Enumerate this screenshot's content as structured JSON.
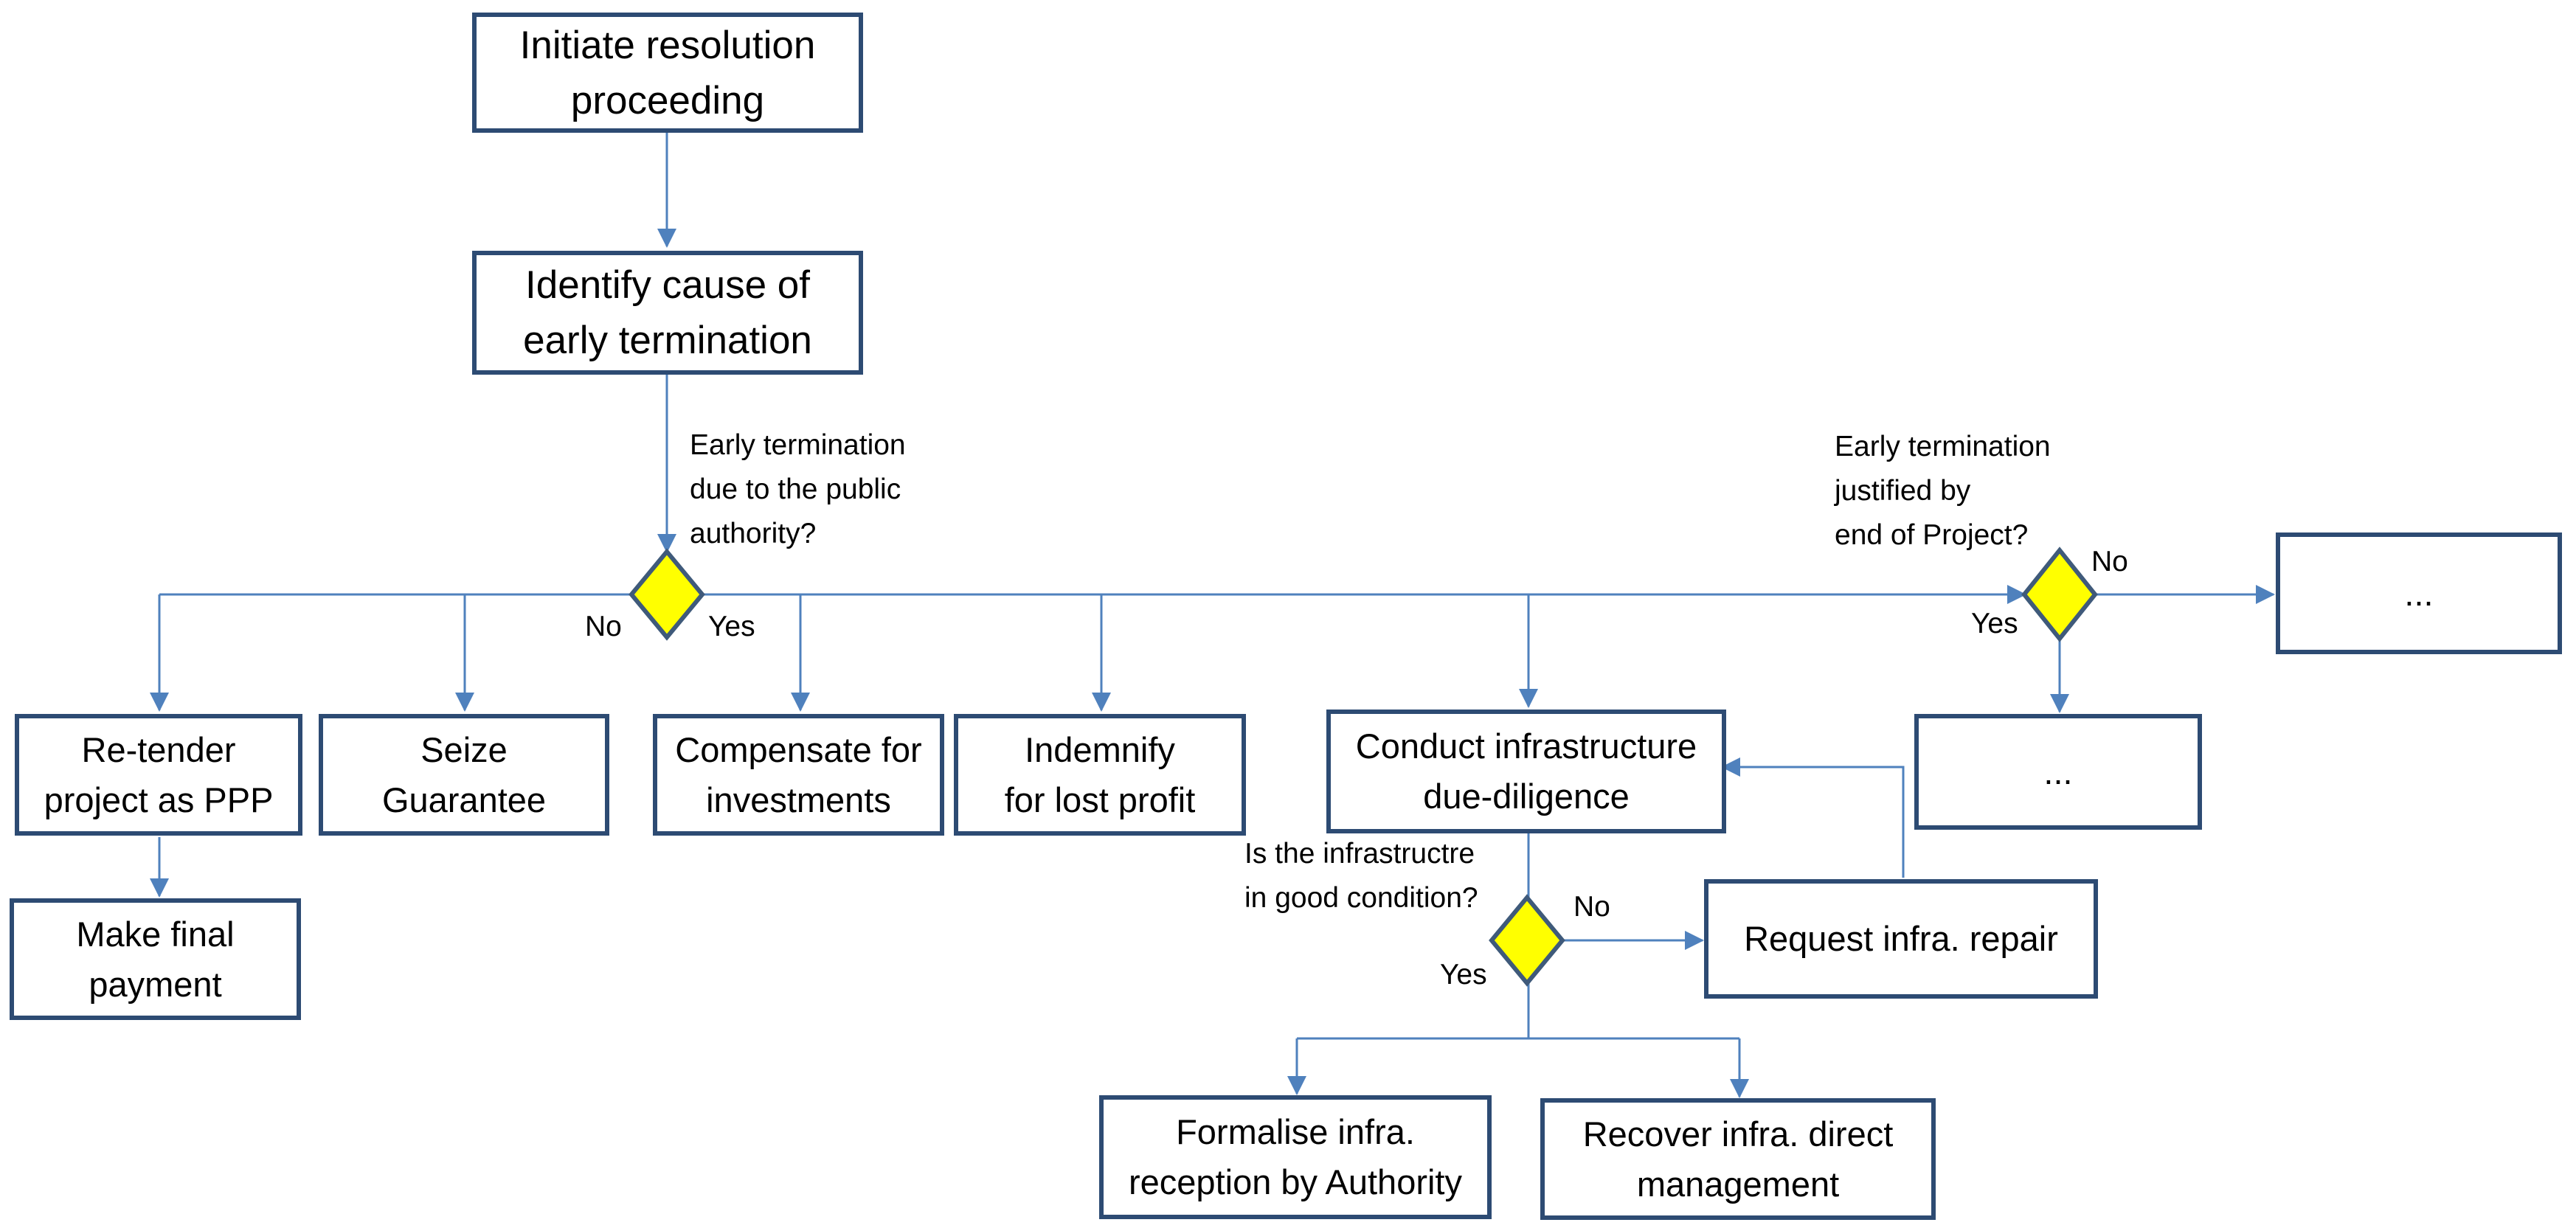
{
  "diagram": {
    "nodes": {
      "initiate": [
        "Initiate resolution",
        "proceeding"
      ],
      "identify": [
        "Identify cause of",
        "early termination"
      ],
      "retender": [
        "Re-tender",
        "project as PPP"
      ],
      "seize": [
        "Seize",
        "Guarantee"
      ],
      "compensate": [
        "Compensate for",
        "investments"
      ],
      "indemnify": [
        "Indemnify",
        "for lost profit"
      ],
      "conduct": [
        "Conduct infrastructure",
        "due-diligence"
      ],
      "ellipsis_right": [
        "..."
      ],
      "ellipsis_below": [
        "..."
      ],
      "final_payment": [
        "Make final",
        "payment"
      ],
      "request_repair": [
        "Request infra. repair"
      ],
      "formalise": [
        "Formalise infra.",
        "reception by Authority"
      ],
      "recover": [
        "Recover infra. direct",
        "management"
      ]
    },
    "decisions": {
      "public_authority": {
        "question": [
          "Early termination",
          "due to the public",
          "authority?"
        ],
        "no": "No",
        "yes": "Yes"
      },
      "end_of_project": {
        "question": [
          "Early termination",
          "justified by",
          "end of Project?"
        ],
        "no": "No",
        "yes": "Yes"
      },
      "good_condition": {
        "question": [
          "Is the infrastructre",
          "in good condition?"
        ],
        "no": "No",
        "yes": "Yes"
      }
    },
    "colors": {
      "box_border": "#2d4b73",
      "connector": "#4f81bd",
      "decision_fill": "#ffff00",
      "decision_border": "#3f5a7a"
    }
  }
}
